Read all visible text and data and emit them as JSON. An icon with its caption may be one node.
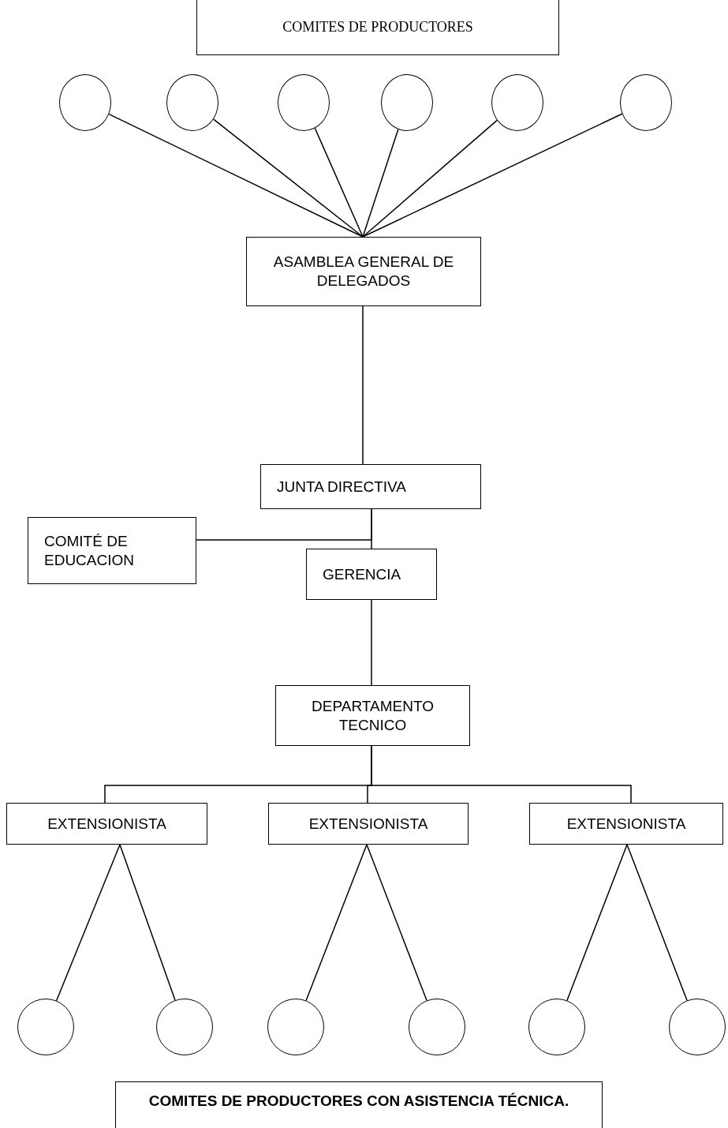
{
  "diagram": {
    "nodes": [
      {
        "text": [
          "COMITES DE PRODUCTORES"
        ]
      },
      {
        "text": [],
        "shape": "circle"
      },
      {
        "text": [],
        "shape": "circle"
      },
      {
        "text": [],
        "shape": "circle"
      },
      {
        "text": [],
        "shape": "circle"
      },
      {
        "text": [],
        "shape": "circle"
      },
      {
        "text": [],
        "shape": "circle"
      },
      {
        "text": [
          "ASAMBLEA GENERAL DE DELEGADOS"
        ]
      },
      {
        "text": [
          "JUNTA DIRECTIVA"
        ]
      },
      {
        "text": [
          "COMITÉ DE EDUCACION"
        ]
      },
      {
        "text": [
          "GERENCIA"
        ]
      },
      {
        "text": [
          "DEPARTAMENTO TECNICO"
        ]
      },
      {
        "text": [
          "EXTENSIONISTA"
        ]
      },
      {
        "text": [
          "EXTENSIONISTA"
        ]
      },
      {
        "text": [
          "EXTENSIONISTA"
        ]
      },
      {
        "text": [],
        "shape": "circle"
      },
      {
        "text": [],
        "shape": "circle"
      },
      {
        "text": [],
        "shape": "circle"
      },
      {
        "text": [],
        "shape": "circle"
      },
      {
        "text": [],
        "shape": "circle"
      },
      {
        "text": [],
        "shape": "circle"
      },
      {
        "text": [
          "COMITES DE PRODUCTORES CON ASISTENCIA TÉCNICA."
        ]
      }
    ],
    "edges": [
      {
        "from": 1,
        "to": 7,
        "arrow": "none"
      },
      {
        "from": 2,
        "to": 7,
        "arrow": "none"
      },
      {
        "from": 3,
        "to": 7,
        "arrow": "none"
      },
      {
        "from": 4,
        "to": 7,
        "arrow": "none"
      },
      {
        "from": 5,
        "to": 7,
        "arrow": "none"
      },
      {
        "from": 6,
        "to": 7,
        "arrow": "none"
      },
      {
        "from": 7,
        "to": 8,
        "arrow": "none"
      },
      {
        "from": 8,
        "to": 10,
        "arrow": "none"
      },
      {
        "from": 9,
        "to": 8,
        "arrow": "none"
      },
      {
        "from": 10,
        "to": 11,
        "arrow": "none"
      },
      {
        "from": 11,
        "to": 12,
        "arrow": "none"
      },
      {
        "from": 11,
        "to": 13,
        "arrow": "none"
      },
      {
        "from": 11,
        "to": 14,
        "arrow": "none"
      },
      {
        "from": 12,
        "to": 15,
        "arrow": "none"
      },
      {
        "from": 12,
        "to": 16,
        "arrow": "none"
      },
      {
        "from": 13,
        "to": 17,
        "arrow": "none"
      },
      {
        "from": 13,
        "to": 18,
        "arrow": "none"
      },
      {
        "from": 14,
        "to": 19,
        "arrow": "none"
      },
      {
        "from": 14,
        "to": 20,
        "arrow": "none"
      }
    ]
  }
}
